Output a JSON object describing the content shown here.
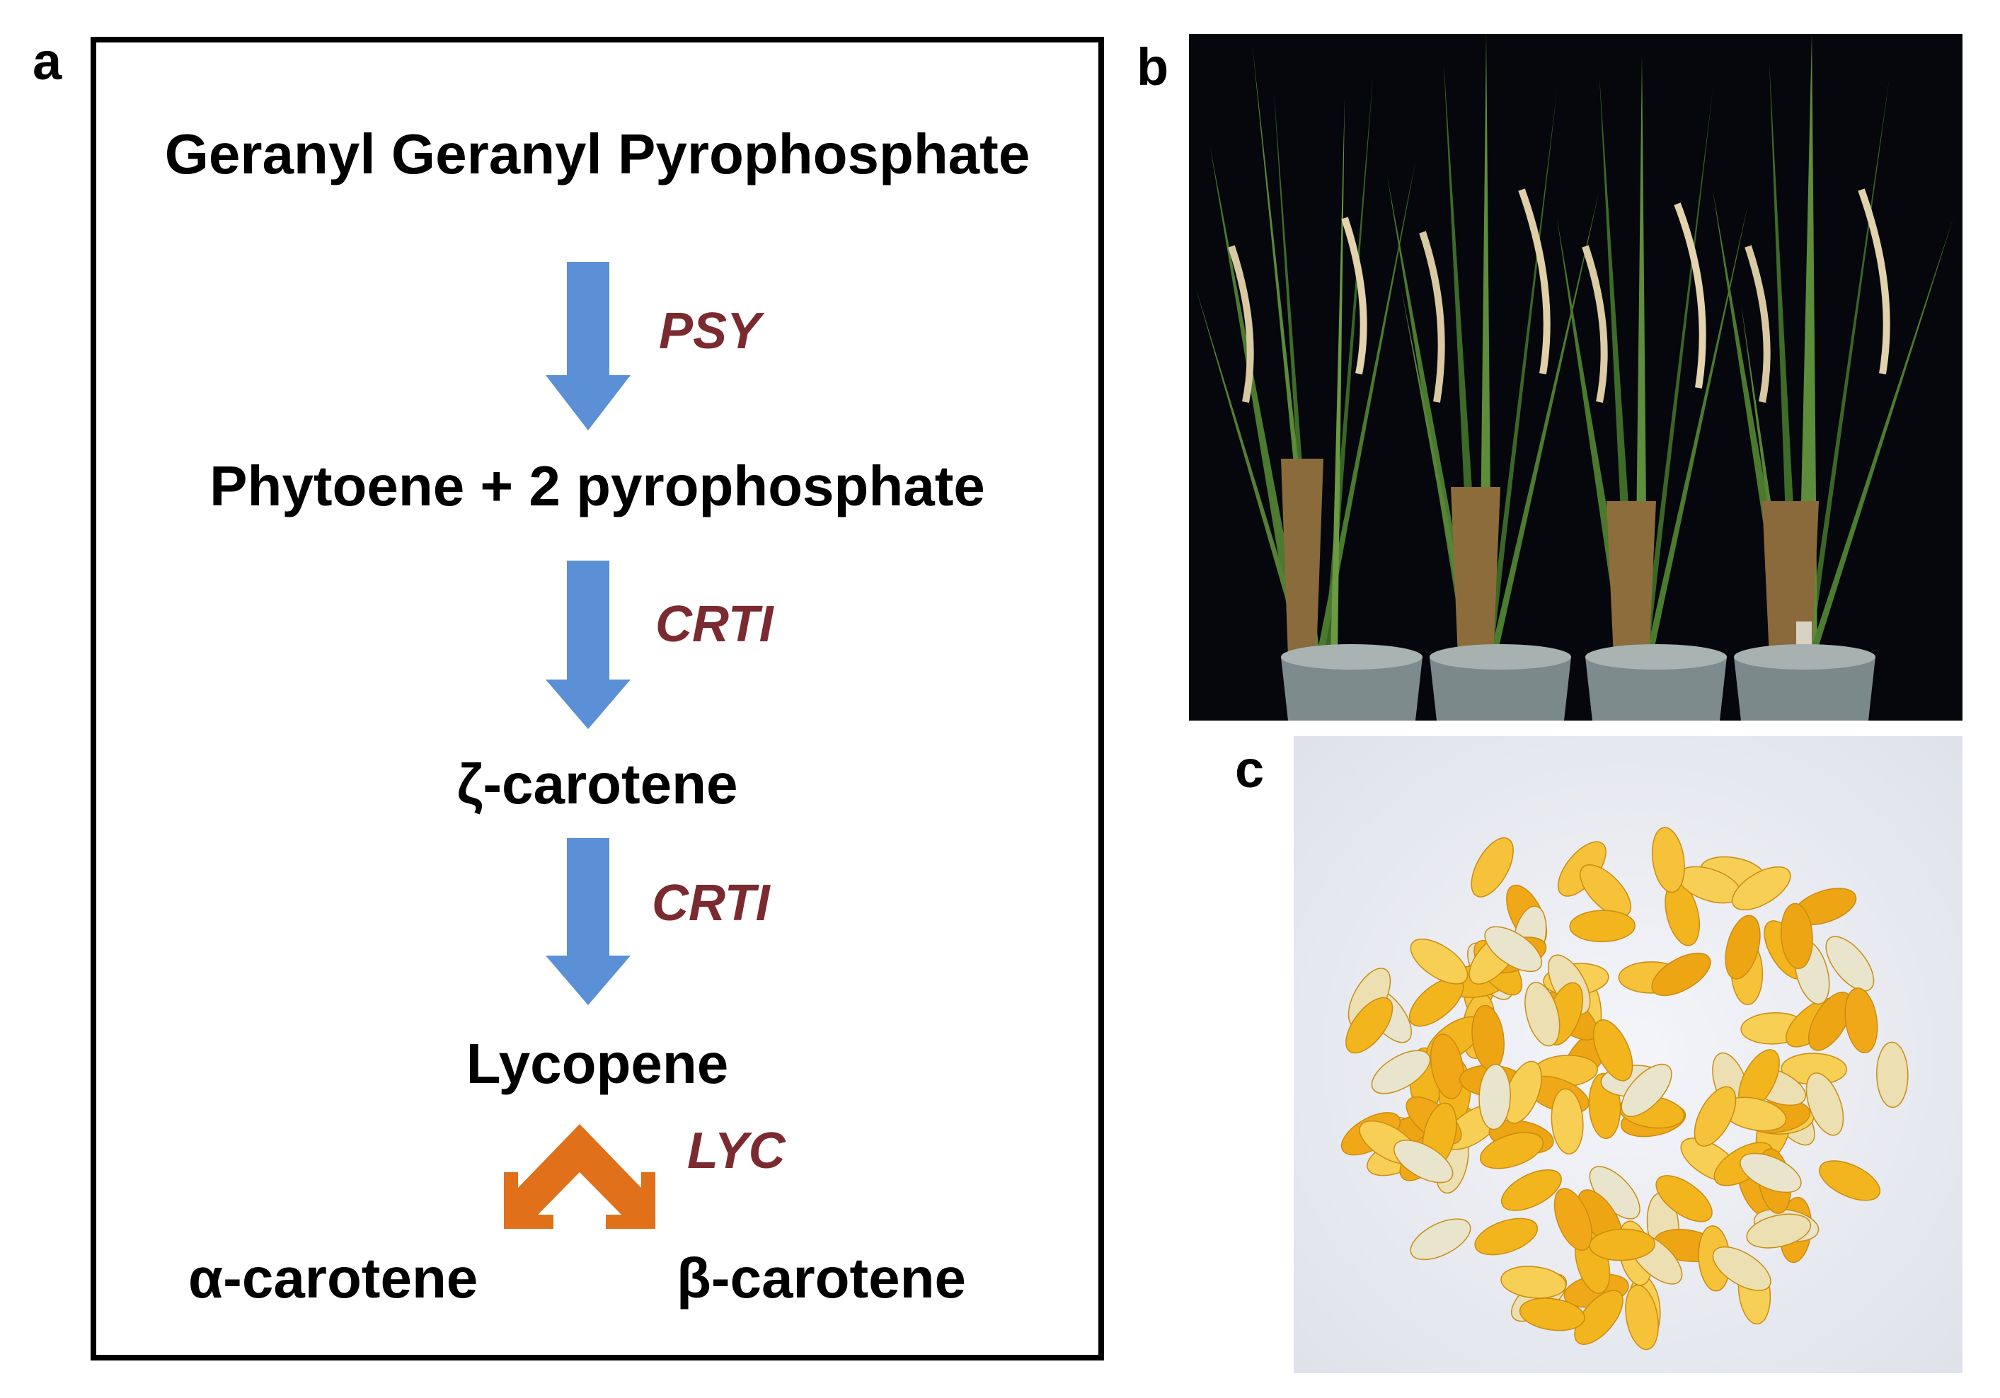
{
  "panels": {
    "a": "a",
    "b": "b",
    "c": "c"
  },
  "pathway": {
    "substrate": "Geranyl Geranyl Pyrophosphate",
    "step1_enzyme": "PSY",
    "step1_product": "Phytoene + 2 pyrophosphate",
    "step2_enzyme": "CRTI",
    "step2_product": "ζ-carotene",
    "step3_enzyme": "CRTI",
    "step3_product": "Lycopene",
    "step4_enzyme": "LYC",
    "branch_left": "α-carotene",
    "branch_right": "β-carotene"
  },
  "colors": {
    "down_arrow": "#5b8fd6",
    "branch_arrow": "#e0701a",
    "enzyme_text": "#7b2a2f"
  }
}
